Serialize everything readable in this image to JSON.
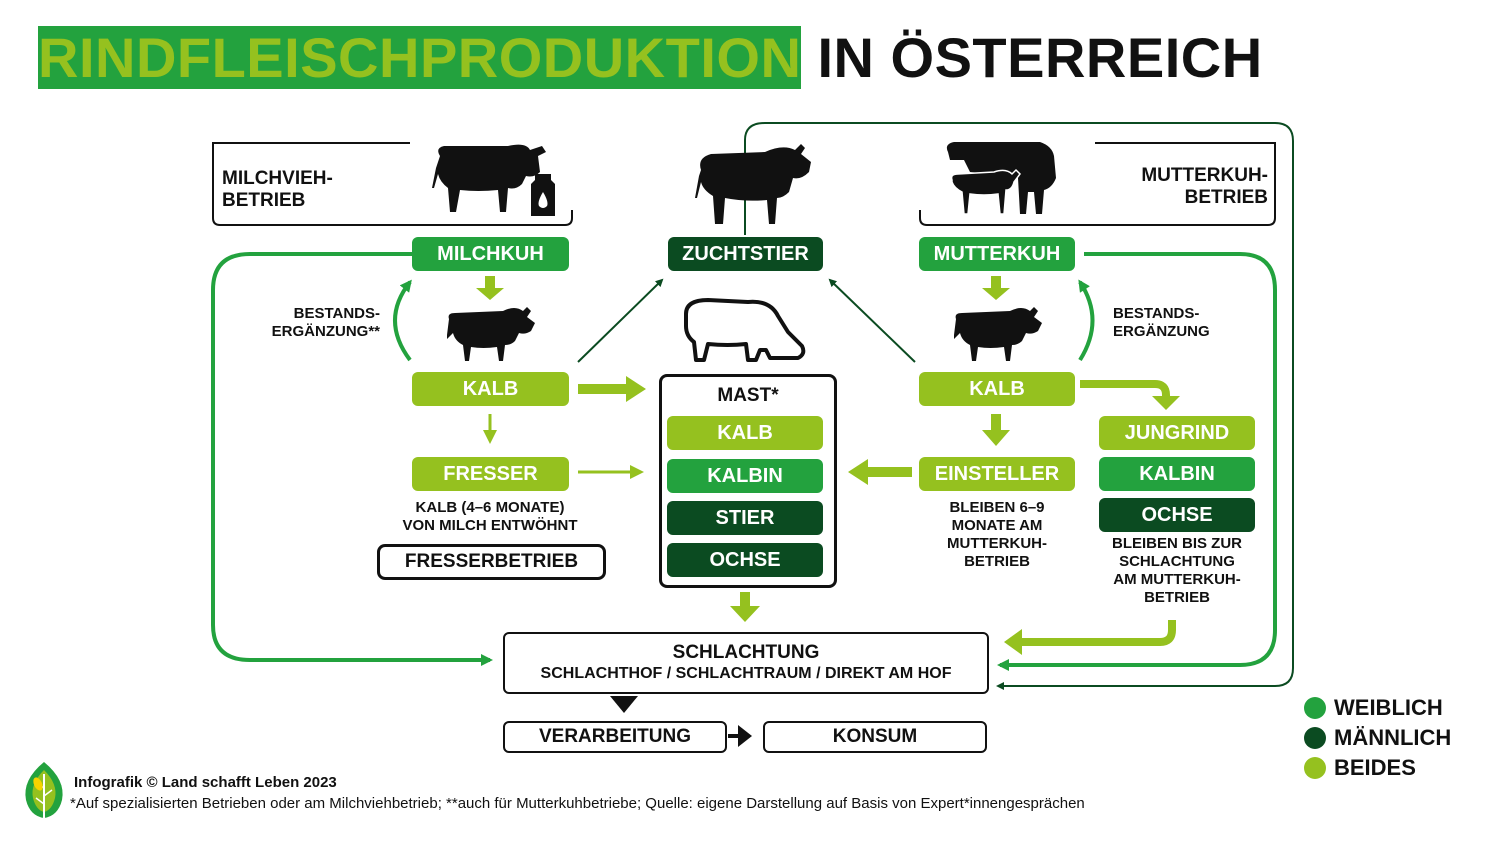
{
  "title": {
    "part1": "RINDFLEISCHPRODUKTION",
    "part2": "IN ÖSTERREICH"
  },
  "farms": {
    "milk": {
      "line1": "MILCHVIEH-",
      "line2": "BETRIEB"
    },
    "suckler": {
      "line1": "MUTTERKUH-",
      "line2": "BETRIEB"
    }
  },
  "nodes": {
    "milchkuh": "MILCHKUH",
    "zuchtstier": "ZUCHTSTIER",
    "mutterkuh": "MUTTERKUH",
    "kalb_left": "KALB",
    "kalb_right": "KALB",
    "fresser": "FRESSER",
    "einsteller": "EINSTELLER",
    "jungrind": "JUNGRIND",
    "kalbin_right": "KALBIN",
    "ochse_right": "OCHSE"
  },
  "notes": {
    "bestand_left_1": "BESTANDS-",
    "bestand_left_2": "ERGÄNZUNG**",
    "bestand_right_1": "BESTANDS-",
    "bestand_right_2": "ERGÄNZUNG",
    "fresser_1": "KALB (4–6 MONATE)",
    "fresser_2": "VON MILCH ENTWÖHNT",
    "einsteller_1": "BLEIBEN 6–9",
    "einsteller_2": "MONATE AM",
    "einsteller_3": "MUTTERKUH-",
    "einsteller_4": "BETRIEB",
    "ochse_1": "BLEIBEN BIS ZUR",
    "ochse_2": "SCHLACHTUNG",
    "ochse_3": "AM MUTTERKUH-",
    "ochse_4": "BETRIEB"
  },
  "fresserbetrieb": "FRESSERBETRIEB",
  "mast": {
    "title": "MAST*",
    "items": [
      "KALB",
      "KALBIN",
      "STIER",
      "OCHSE"
    ]
  },
  "schlachtung": {
    "title": "SCHLACHTUNG",
    "subtitle": "SCHLACHTHOF / SCHLACHTRAUM / DIREKT AM HOF"
  },
  "verarbeitung": "VERARBEITUNG",
  "konsum": "KONSUM",
  "legend": [
    {
      "label": "WEIBLICH",
      "color": "#23a23e"
    },
    {
      "label": "MÄNNLICH",
      "color": "#0b4b21"
    },
    {
      "label": "BEIDES",
      "color": "#95c11f"
    }
  ],
  "footer": {
    "credit": "Infografik © Land schafft Leben 2023",
    "note": "*Auf spezialisierten Betrieben oder am Milchviehbetrieb; **auch für Mutterkuhbetriebe; Quelle: eigene Darstellung auf Basis von Expert*innengesprächen"
  },
  "colors": {
    "lime": "#95c11f",
    "green": "#23a23e",
    "dark": "#0b4b21"
  }
}
